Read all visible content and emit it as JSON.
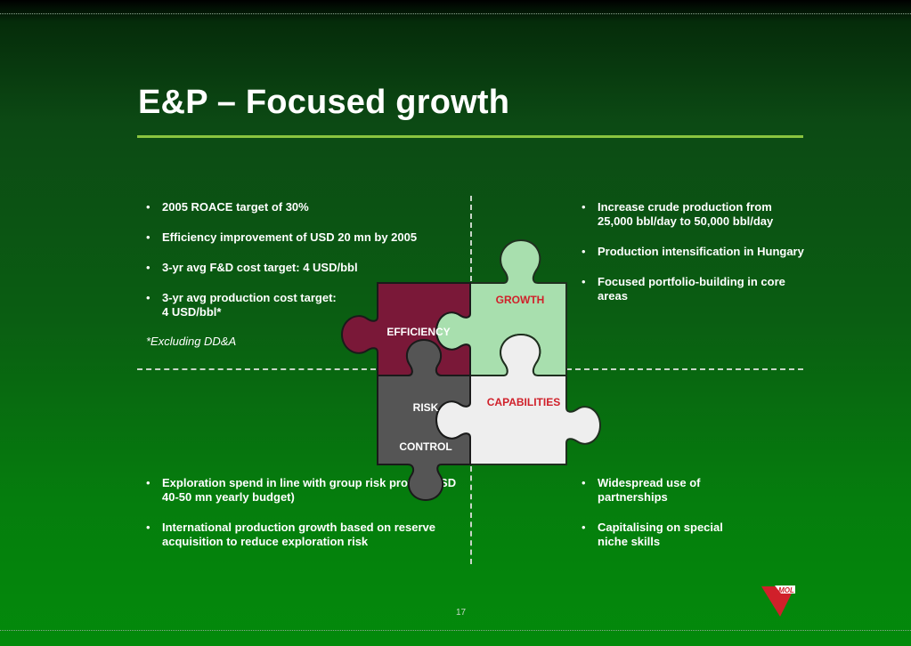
{
  "slide": {
    "title": "E&P – Focused growth",
    "page_number": "17"
  },
  "quadrants": {
    "top_left": [
      "2005 ROACE target of 30%",
      "Efficiency improvement of USD 20 mn by 2005",
      "3-yr avg F&D cost target: 4 USD/bbl",
      "3-yr avg production cost target:\n4 USD/bbl*"
    ],
    "top_left_footnote": "*Excluding DD&A",
    "top_right": [
      "Increase crude production from 25,000 bbl/day to 50,000 bbl/day",
      "Production intensification in Hungary",
      "Focused portfolio-building in core areas"
    ],
    "bottom_left": [
      "Exploration spend in line with group risk profile (USD 40-50 mn yearly budget)",
      "International production growth based on reserve acquisition to reduce exploration risk"
    ],
    "bottom_right": [
      "Widespread use of\npartnerships",
      "Capitalising on special\nniche skills"
    ]
  },
  "puzzle": {
    "efficiency": "EFFICIENCY",
    "growth": "GROWTH",
    "risk": "RISK",
    "control": "CONTROL",
    "capabilities": "CAPABILITIES"
  },
  "logo": {
    "text": "MOL",
    "icon": "mol-logo-icon"
  },
  "colors": {
    "title_rule": "#8ac43f",
    "efficiency_piece": "#7a1838",
    "growth_piece": "#a8dfae",
    "risk_piece": "#555555",
    "capabilities_piece": "#eeeeee",
    "accent_red": "#d0202a"
  }
}
